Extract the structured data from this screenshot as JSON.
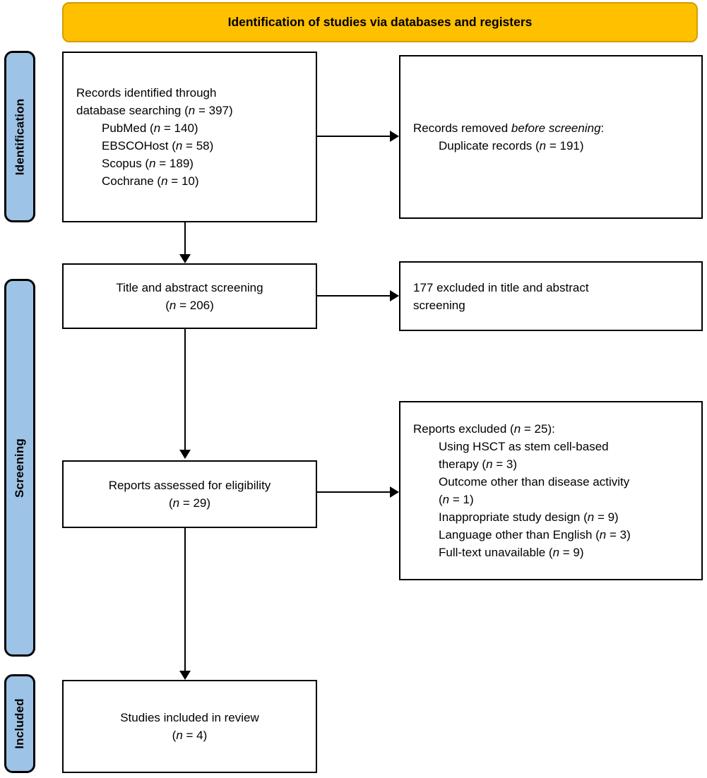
{
  "banner": {
    "title": "Identification of studies via databases and registers"
  },
  "colors": {
    "banner_fill": "#FFC000",
    "banner_border": "#D49D00",
    "stage_fill": "#9DC3E6",
    "stage_border": "#000000",
    "box_background": "#FFFFFF",
    "box_border": "#000000",
    "arrow": "#000000",
    "text": "#000000"
  },
  "stages": {
    "identification": "Identification",
    "screening": "Screening",
    "included": "Included"
  },
  "boxes": {
    "records_identified": {
      "lines": [
        {
          "t": "Records identified through",
          "i": 0
        },
        {
          "t": "database searching (*n* = 397)",
          "i": 0
        },
        {
          "t": "PubMed (*n* = 140)",
          "i": 1
        },
        {
          "t": "EBSCOHost (*n* = 58)",
          "i": 1
        },
        {
          "t": "Scopus (*n* = 189)",
          "i": 1
        },
        {
          "t": "Cochrane (*n* = 10)",
          "i": 1
        }
      ]
    },
    "records_removed": {
      "lines": [
        {
          "t": "Records removed *before screening*:",
          "i": 0
        },
        {
          "t": "Duplicate records (*n* = 191)",
          "i": 1
        }
      ]
    },
    "title_abstract_screening": {
      "lines": [
        {
          "t": "Title and abstract screening",
          "i": 0
        },
        {
          "t": "(*n* = 206)",
          "i": 0
        }
      ]
    },
    "excluded_title_abstract": {
      "lines": [
        {
          "t": "177 excluded in title and abstract",
          "i": 0
        },
        {
          "t": "screening",
          "i": 0
        }
      ]
    },
    "reports_assessed": {
      "lines": [
        {
          "t": "Reports assessed for eligibility",
          "i": 0
        },
        {
          "t": "(*n* = 29)",
          "i": 0
        }
      ]
    },
    "reports_excluded": {
      "lines": [
        {
          "t": "Reports excluded (*n* = 25):",
          "i": 0
        },
        {
          "t": "Using HSCT as stem cell-based",
          "i": 1
        },
        {
          "t": "therapy (*n* = 3)",
          "i": 1
        },
        {
          "t": "Outcome other than disease activity",
          "i": 1
        },
        {
          "t": "(*n* = 1)",
          "i": 1
        },
        {
          "t": "Inappropriate study design (*n* = 9)",
          "i": 1
        },
        {
          "t": "Language other than English (*n* = 3)",
          "i": 1
        },
        {
          "t": "Full-text unavailable (*n* = 9)",
          "i": 1
        }
      ]
    },
    "studies_included": {
      "lines": [
        {
          "t": "Studies included in review",
          "i": 0
        },
        {
          "t": "(*n* = 4)",
          "i": 0
        }
      ]
    }
  }
}
